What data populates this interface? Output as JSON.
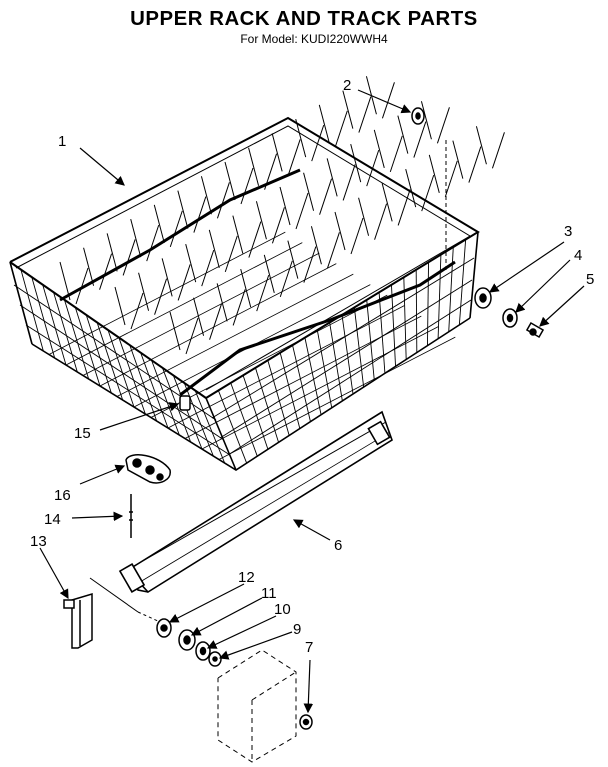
{
  "header": {
    "title": "UPPER RACK AND TRACK PARTS",
    "subtitle": "For Model: KUDI220WWH4"
  },
  "callouts": [
    {
      "number": "1",
      "part": "upper-rack"
    },
    {
      "number": "2",
      "part": "stop-cap"
    },
    {
      "number": "3",
      "part": "rack-wheel"
    },
    {
      "number": "4",
      "part": "washer"
    },
    {
      "number": "5",
      "part": "screw"
    },
    {
      "number": "6",
      "part": "track"
    },
    {
      "number": "7",
      "part": "screw"
    },
    {
      "number": "9",
      "part": "washer"
    },
    {
      "number": "10",
      "part": "track-wheel"
    },
    {
      "number": "11",
      "part": "axle"
    },
    {
      "number": "12",
      "part": "screw"
    },
    {
      "number": "13",
      "part": "track-stop"
    },
    {
      "number": "14",
      "part": "pin"
    },
    {
      "number": "15",
      "part": "clip"
    },
    {
      "number": "16",
      "part": "adjuster"
    }
  ]
}
